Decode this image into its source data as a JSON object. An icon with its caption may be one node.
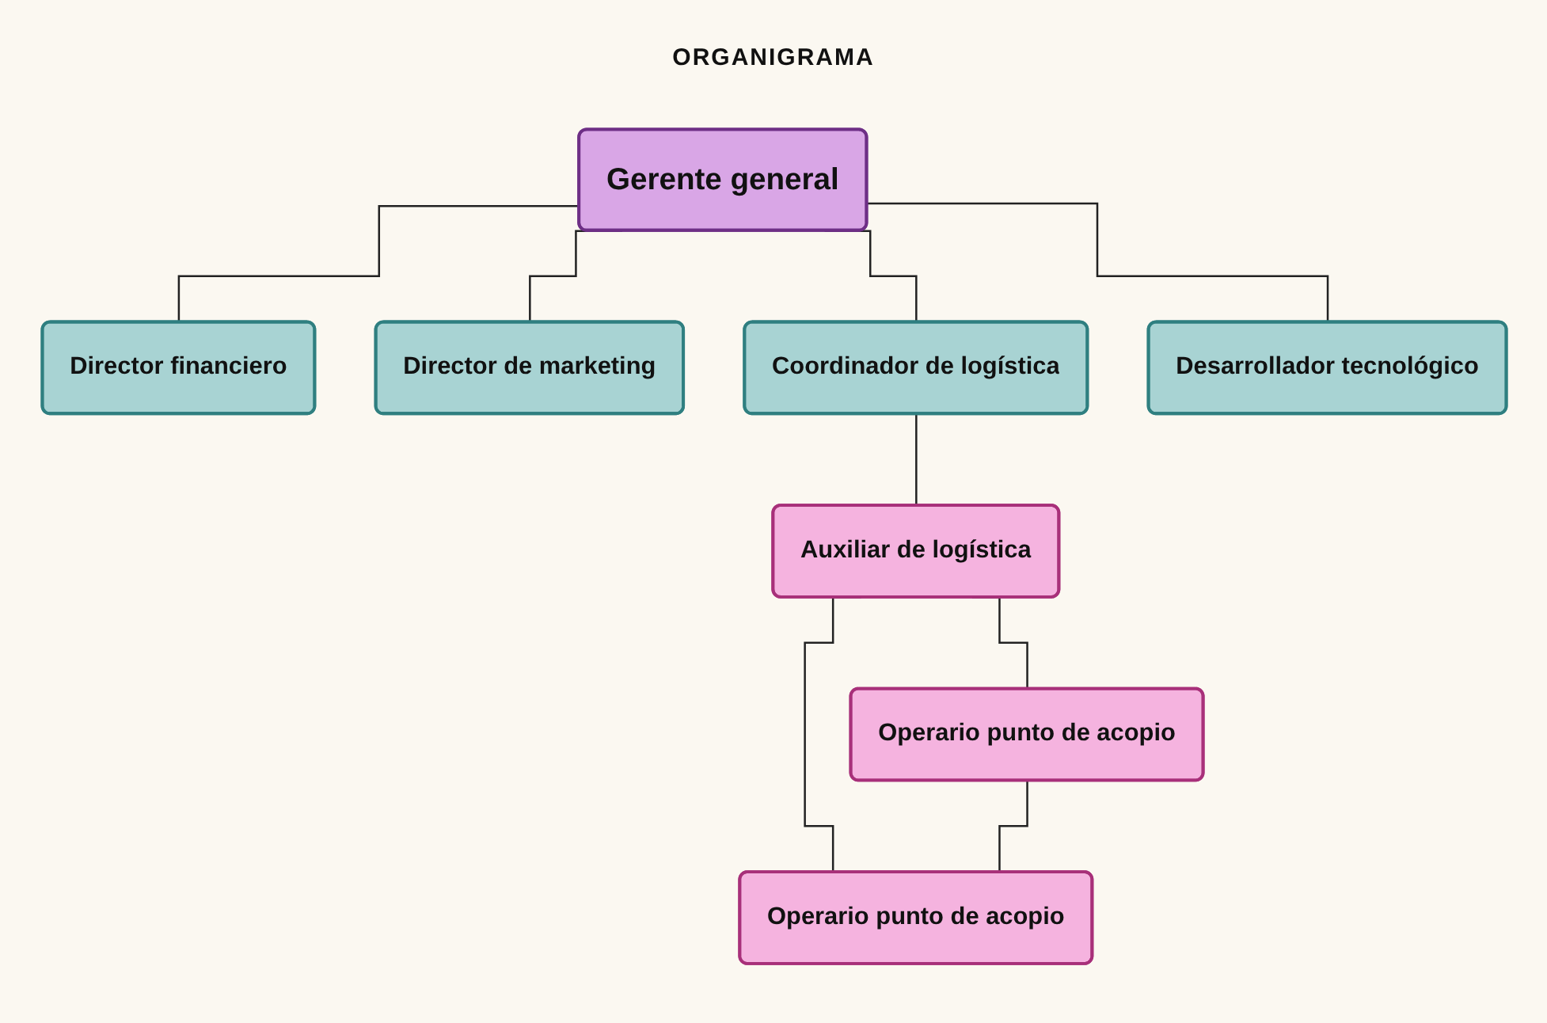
{
  "diagram": {
    "title": "ORGANIGRAMA",
    "nodes": [
      {
        "text": [
          "Gerente general"
        ]
      },
      {
        "text": [
          "Director financiero"
        ]
      },
      {
        "text": [
          "Director de marketing"
        ]
      },
      {
        "text": [
          "Coordinador de logística"
        ]
      },
      {
        "text": [
          "Desarrollador tecnológico"
        ]
      },
      {
        "text": [
          "Auxiliar de logística"
        ]
      },
      {
        "text": [
          "Operario punto de acopio"
        ]
      },
      {
        "text": [
          "Operario punto de acopio"
        ]
      }
    ],
    "edges": [
      {
        "from": 0,
        "to": 1,
        "arrow": "none"
      },
      {
        "from": 0,
        "to": 2,
        "arrow": "none"
      },
      {
        "from": 0,
        "to": 3,
        "arrow": "none"
      },
      {
        "from": 0,
        "to": 4,
        "arrow": "none"
      },
      {
        "from": 3,
        "to": 5,
        "arrow": "none"
      },
      {
        "from": 5,
        "to": 6,
        "arrow": "none"
      },
      {
        "from": 5,
        "to": 7,
        "arrow": "none"
      },
      {
        "from": 6,
        "to": 7,
        "arrow": "none"
      }
    ]
  }
}
